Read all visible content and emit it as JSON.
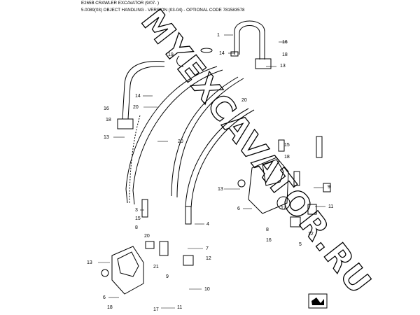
{
  "header": {
    "line1": "E265B CRAWLER EXCAVATOR (9/07- )",
    "line2": "5.0089(03) OBJECT HANDLING - VERSION (03-04) - OPTIONAL CODE 781583578"
  },
  "watermark": {
    "text": "MYEXCAVATOR.RU"
  },
  "callouts": [
    "1",
    "16",
    "18",
    "19",
    "14",
    "13",
    "14",
    "20",
    "20",
    "16",
    "18",
    "13",
    "20",
    "15",
    "18",
    "13",
    "9",
    "6",
    "17",
    "11",
    "12",
    "5",
    "3",
    "15",
    "8",
    "20",
    "4",
    "7",
    "12",
    "13",
    "21",
    "9",
    "10",
    "6",
    "18",
    "17",
    "11",
    "8",
    "16"
  ],
  "icon": {
    "name": "next-page-arrow-icon"
  }
}
